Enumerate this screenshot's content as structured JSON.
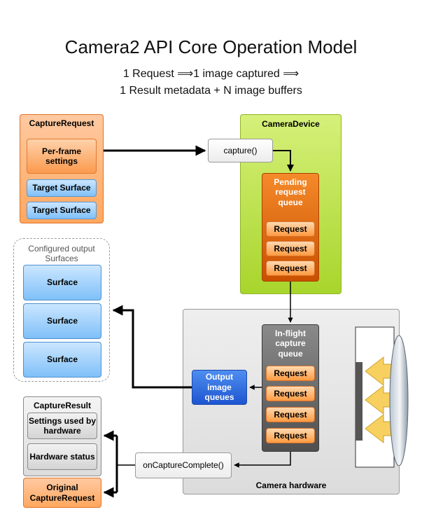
{
  "title": "Camera2 API Core Operation Model",
  "subtitle_line1": "1 Request ⟹1 image captured ⟹",
  "subtitle_line2": "1 Result metadata + N image buffers",
  "capture_request": {
    "title": "CaptureRequest",
    "per_frame": "Per-frame settings",
    "targets": [
      "Target Surface",
      "Target Surface"
    ]
  },
  "capture_button": "capture()",
  "camera_device": {
    "title": "CameraDevice",
    "pending_queue": "Pending request queue",
    "requests": [
      "Request",
      "Request",
      "Request"
    ]
  },
  "configured_surfaces": {
    "title": "Configured output Surfaces",
    "surfaces": [
      "Surface",
      "Surface",
      "Surface"
    ]
  },
  "camera_hardware": {
    "title": "Camera hardware",
    "inflight_queue": "In-flight capture queue",
    "requests": [
      "Request",
      "Request",
      "Request",
      "Request"
    ],
    "output_queues": "Output image queues"
  },
  "on_capture_complete": "onCaptureComplete()",
  "capture_result": {
    "title": "CaptureResult",
    "settings": "Settings used by hardware",
    "status": "Hardware status",
    "original": "Original CaptureRequest"
  },
  "colors": {
    "camera_device_green": "#b7df3f",
    "hardware_grey": "#e6e6e6",
    "output_blue": "#2f6fe0",
    "lens_yellow": "#f6d66a"
  }
}
